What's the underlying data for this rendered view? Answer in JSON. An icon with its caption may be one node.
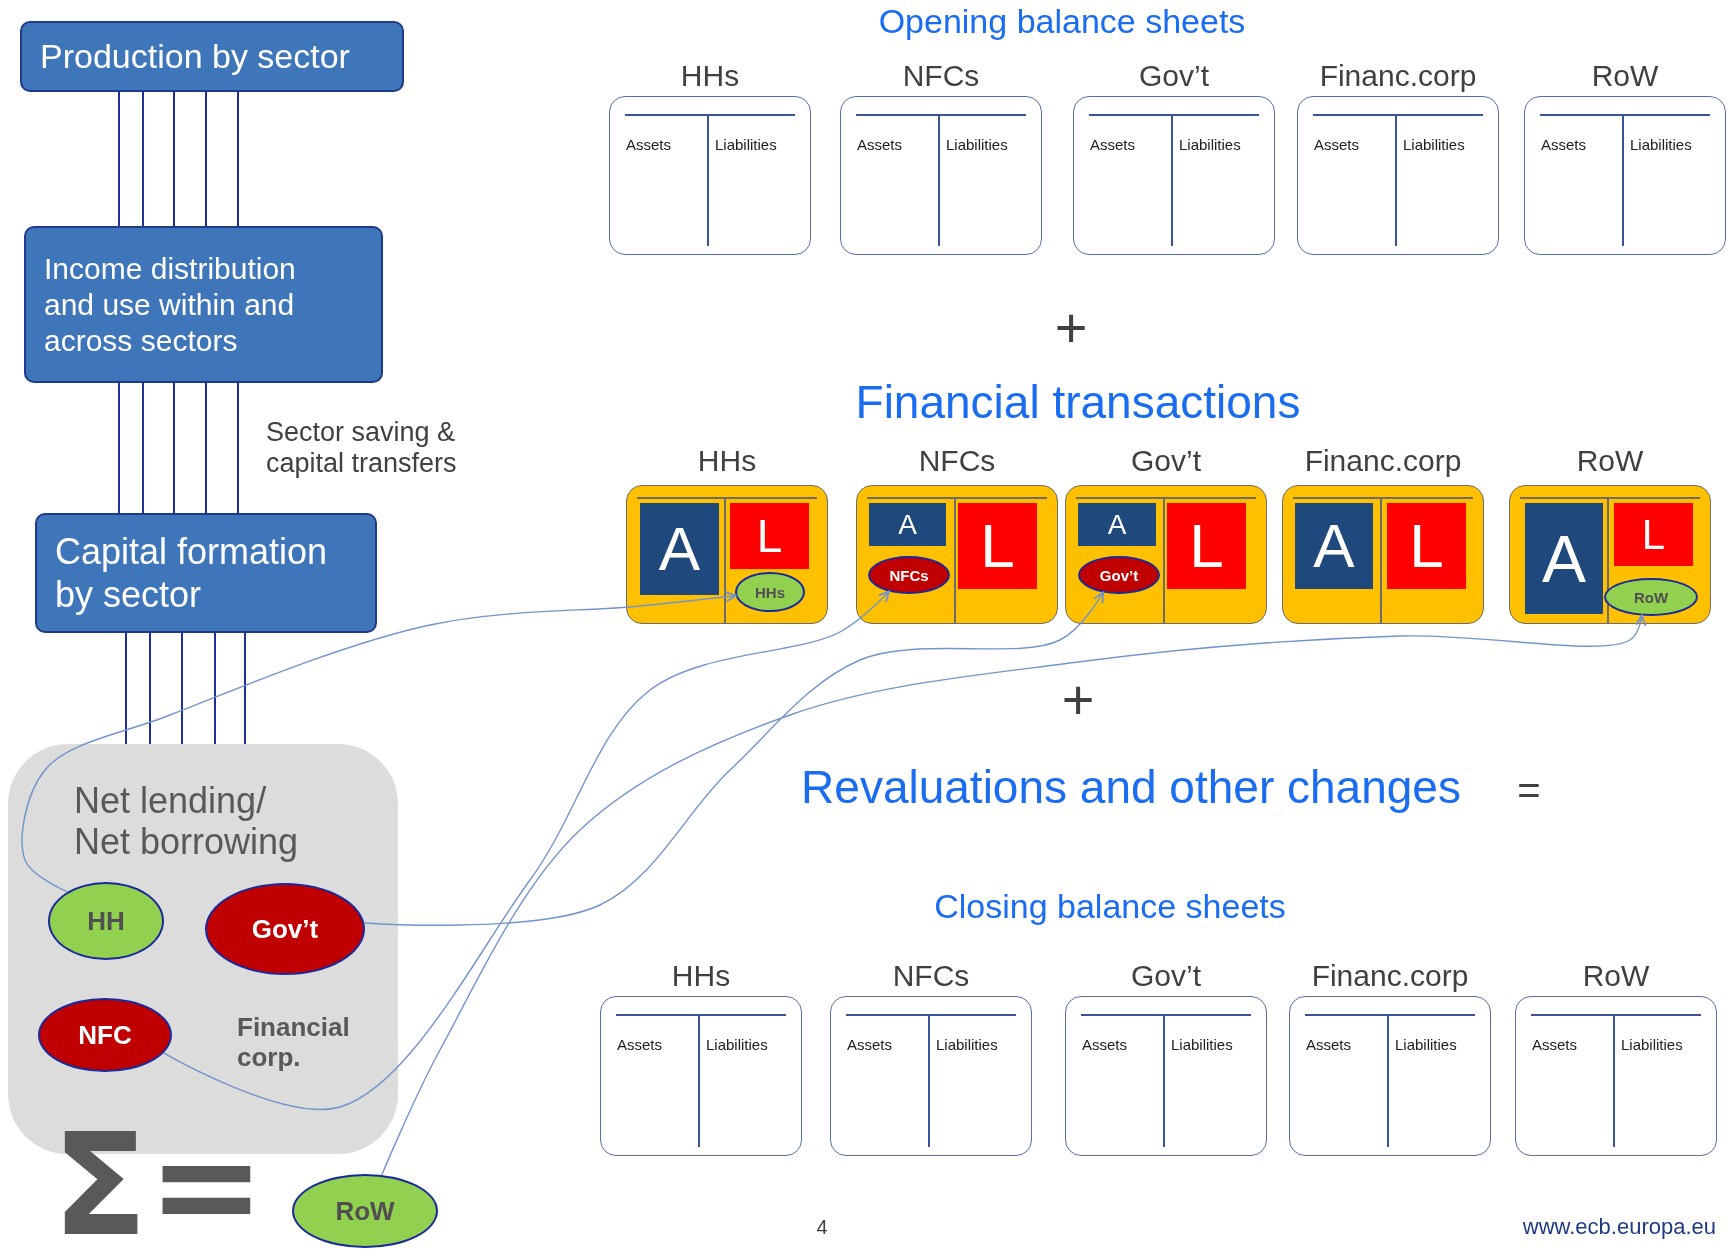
{
  "diagram": {
    "nodes": [
      {
        "text": [
          "Production by sector"
        ]
      },
      {
        "text": [
          "Income distribution and use within and across sectors"
        ]
      },
      {
        "text": [
          "Capital formation by sector"
        ]
      },
      {
        "text": [
          "Net lending/ Net borrowing"
        ]
      },
      {
        "text": [
          "HH"
        ],
        "in": 3
      },
      {
        "text": [
          "Gov’t"
        ],
        "in": 3
      },
      {
        "text": [
          "NFC"
        ],
        "in": 3
      },
      {
        "text": [
          "RoW"
        ]
      },
      {
        "text": [
          "HHs",
          "Assets",
          "Liabilities"
        ]
      },
      {
        "text": [
          "NFCs",
          "Assets",
          "Liabilities"
        ]
      },
      {
        "text": [
          "Gov’t",
          "Assets",
          "Liabilities"
        ]
      },
      {
        "text": [
          "Financ.corp",
          "Assets",
          "Liabilities"
        ]
      },
      {
        "text": [
          "RoW",
          "Assets",
          "Liabilities"
        ]
      },
      {
        "text": [
          "HHs"
        ]
      },
      {
        "text": [
          "A"
        ],
        "in": 13
      },
      {
        "text": [
          "L"
        ],
        "in": 13
      },
      {
        "text": [
          "HHs"
        ],
        "in": 13
      },
      {
        "text": [
          "NFCs"
        ]
      },
      {
        "text": [
          "A"
        ],
        "in": 17
      },
      {
        "text": [
          "L"
        ],
        "in": 17
      },
      {
        "text": [
          "NFCs"
        ],
        "in": 17
      },
      {
        "text": [
          "Gov’t"
        ]
      },
      {
        "text": [
          "A"
        ],
        "in": 21
      },
      {
        "text": [
          "L"
        ],
        "in": 21
      },
      {
        "text": [
          "Gov’t"
        ],
        "in": 21
      },
      {
        "text": [
          "Financ.corp"
        ]
      },
      {
        "text": [
          "A"
        ],
        "in": 25
      },
      {
        "text": [
          "L"
        ],
        "in": 25
      },
      {
        "text": [
          "RoW"
        ]
      },
      {
        "text": [
          "A"
        ],
        "in": 28
      },
      {
        "text": [
          "L"
        ],
        "in": 28
      },
      {
        "text": [
          "RoW"
        ],
        "in": 28
      },
      {
        "text": [
          "HHs",
          "Assets",
          "Liabilities"
        ]
      },
      {
        "text": [
          "NFCs",
          "Assets",
          "Liabilities"
        ]
      },
      {
        "text": [
          "Gov’t",
          "Assets",
          "Liabilities"
        ]
      },
      {
        "text": [
          "Financ.corp",
          "Assets",
          "Liabilities"
        ]
      },
      {
        "text": [
          "RoW",
          "Assets",
          "Liabilities"
        ]
      }
    ],
    "edges": [
      {
        "from": 0,
        "to": 1,
        "arrow": "none"
      },
      {
        "from": 0,
        "to": 1,
        "arrow": "none"
      },
      {
        "from": 0,
        "to": 1,
        "arrow": "none"
      },
      {
        "from": 0,
        "to": 1,
        "arrow": "none"
      },
      {
        "from": 0,
        "to": 1,
        "arrow": "none"
      },
      {
        "from": 1,
        "to": 2,
        "arrow": "none"
      },
      {
        "from": 1,
        "to": 2,
        "arrow": "none"
      },
      {
        "from": 1,
        "to": 2,
        "arrow": "none"
      },
      {
        "from": 1,
        "to": 2,
        "arrow": "none"
      },
      {
        "from": 1,
        "to": 2,
        "arrow": "none"
      },
      {
        "from": 2,
        "to": 3,
        "arrow": "none"
      },
      {
        "from": 2,
        "to": 3,
        "arrow": "none"
      },
      {
        "from": 2,
        "to": 3,
        "arrow": "none"
      },
      {
        "from": 2,
        "to": 3,
        "arrow": "none"
      },
      {
        "from": 2,
        "to": 3,
        "arrow": "none"
      },
      {
        "from": 4,
        "to": 16,
        "arrow": "to",
        "color": "#7394cc"
      },
      {
        "from": 6,
        "to": 20,
        "arrow": "to",
        "color": "#7394cc"
      },
      {
        "from": 5,
        "to": 24,
        "arrow": "to",
        "color": "#7394cc"
      },
      {
        "from": 7,
        "to": 31,
        "arrow": "to",
        "color": "#7394cc"
      }
    ],
    "labels": [
      "Opening balance sheets",
      "+",
      "Financial transactions",
      "+",
      "Revaluations and other changes",
      "=",
      "Closing balance sheets",
      "Sector saving & capital transfers",
      "Financial corp.",
      "Σ=",
      "4",
      "www.ecb.europa.eu"
    ]
  }
}
